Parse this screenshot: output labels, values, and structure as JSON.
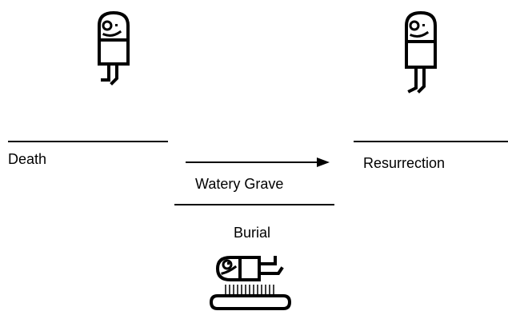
{
  "diagram": {
    "labels": {
      "death": "Death",
      "resurrection": "Resurrection",
      "watery_grave": "Watery Grave",
      "burial": "Burial"
    },
    "figures": {
      "standing_left": "standing-person-icon",
      "standing_right": "standing-person-icon",
      "lying_submerged": "lying-person-in-water-icon"
    },
    "colors": {
      "ink": "#000000",
      "background": "#ffffff"
    }
  }
}
